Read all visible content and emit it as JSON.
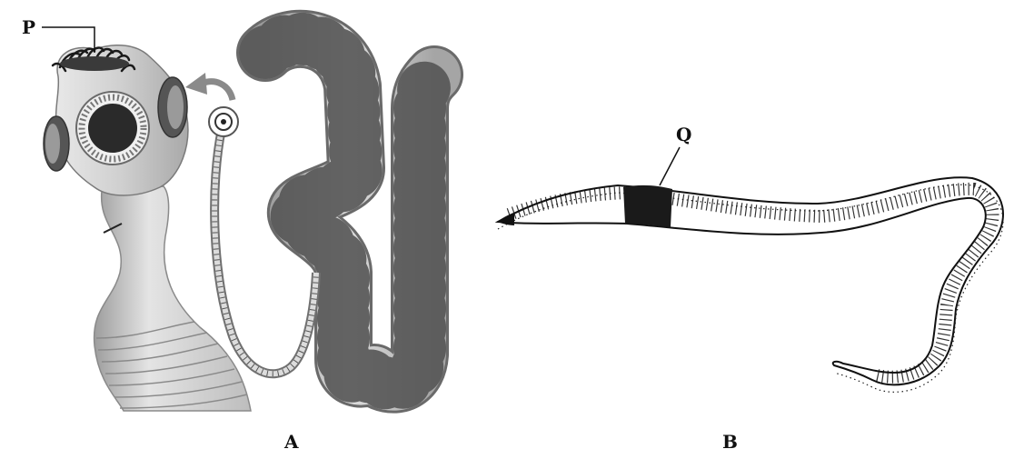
{
  "labels": {
    "p": "P",
    "q": "Q",
    "a": "A",
    "b": "B"
  },
  "colors": {
    "tapeworm_body": "#d6d6d6",
    "tapeworm_outline": "#6a6a6a",
    "sucker_dark": "#2a2a2a",
    "earthworm_outline": "#111111",
    "clitellum": "#1a1a1a"
  }
}
